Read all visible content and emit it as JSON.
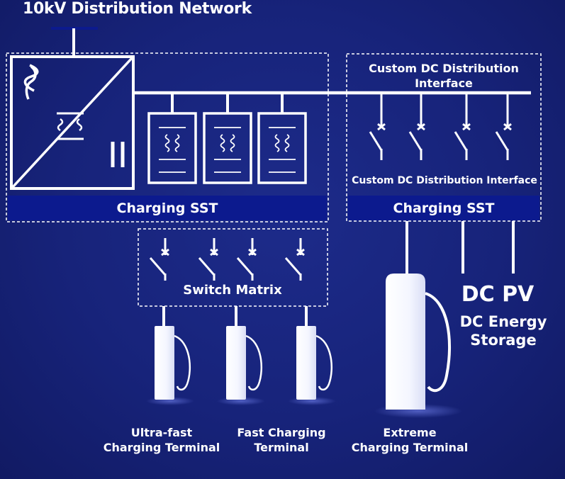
{
  "title": "10kV Distribution Network",
  "left_block": {
    "banner": "Charging SST"
  },
  "right_block": {
    "top_label_line1": "Custom DC Distribution",
    "top_label_line2": "Interface",
    "inner_label": "Custom DC Distribution Interface",
    "banner": "Charging SST"
  },
  "switch_matrix": {
    "label": "Switch Matrix"
  },
  "sources": {
    "pv": "DC PV",
    "storage_line1": "DC Energy",
    "storage_line2": "Storage"
  },
  "terminals": [
    {
      "line1": "Ultra-fast",
      "line2": "Charging Terminal"
    },
    {
      "line1": "Fast Charging",
      "line2": "Terminal"
    },
    {
      "line1": "Extreme",
      "line2": "Charging Terminal"
    }
  ],
  "colors": {
    "background": "#17237a",
    "banner": "#0c1a8e",
    "line": "#ffffff"
  }
}
